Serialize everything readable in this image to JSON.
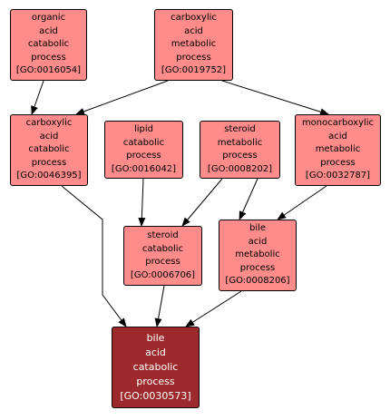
{
  "colors": {
    "node_fill": "#ff8c8a",
    "target_fill": "#9c2a2c",
    "target_text": "#ffffff",
    "border": "#000000",
    "edge": "#000000"
  },
  "nodes": [
    {
      "id": "n16054",
      "lines": [
        "organic",
        "acid",
        "catabolic",
        "process",
        "[GO:0016054]"
      ]
    },
    {
      "id": "n19752",
      "lines": [
        "carboxylic",
        "acid",
        "metabolic",
        "process",
        "[GO:0019752]"
      ]
    },
    {
      "id": "n46395",
      "lines": [
        "carboxylic",
        "acid",
        "catabolic",
        "process",
        "[GO:0046395]"
      ]
    },
    {
      "id": "n16042",
      "lines": [
        "lipid",
        "catabolic",
        "process",
        "[GO:0016042]"
      ]
    },
    {
      "id": "n08202",
      "lines": [
        "steroid",
        "metabolic",
        "process",
        "[GO:0008202]"
      ]
    },
    {
      "id": "n32787",
      "lines": [
        "monocarboxylic",
        "acid",
        "metabolic",
        "process",
        "[GO:0032787]"
      ]
    },
    {
      "id": "n06706",
      "lines": [
        "steroid",
        "catabolic",
        "process",
        "[GO:0006706]"
      ]
    },
    {
      "id": "n08206",
      "lines": [
        "bile",
        "acid",
        "metabolic",
        "process",
        "[GO:0008206]"
      ]
    },
    {
      "id": "n30573",
      "lines": [
        "bile",
        "acid",
        "catabolic",
        "process",
        "[GO:0030573]"
      ],
      "target": true
    }
  ],
  "edges": [
    {
      "from": "n16054",
      "to": "n46395"
    },
    {
      "from": "n19752",
      "to": "n46395"
    },
    {
      "from": "n19752",
      "to": "n32787"
    },
    {
      "from": "n16042",
      "to": "n06706"
    },
    {
      "from": "n08202",
      "to": "n06706"
    },
    {
      "from": "n08202",
      "to": "n08206"
    },
    {
      "from": "n32787",
      "to": "n08206"
    },
    {
      "from": "n46395",
      "to": "n30573"
    },
    {
      "from": "n06706",
      "to": "n30573"
    },
    {
      "from": "n08206",
      "to": "n30573"
    }
  ]
}
